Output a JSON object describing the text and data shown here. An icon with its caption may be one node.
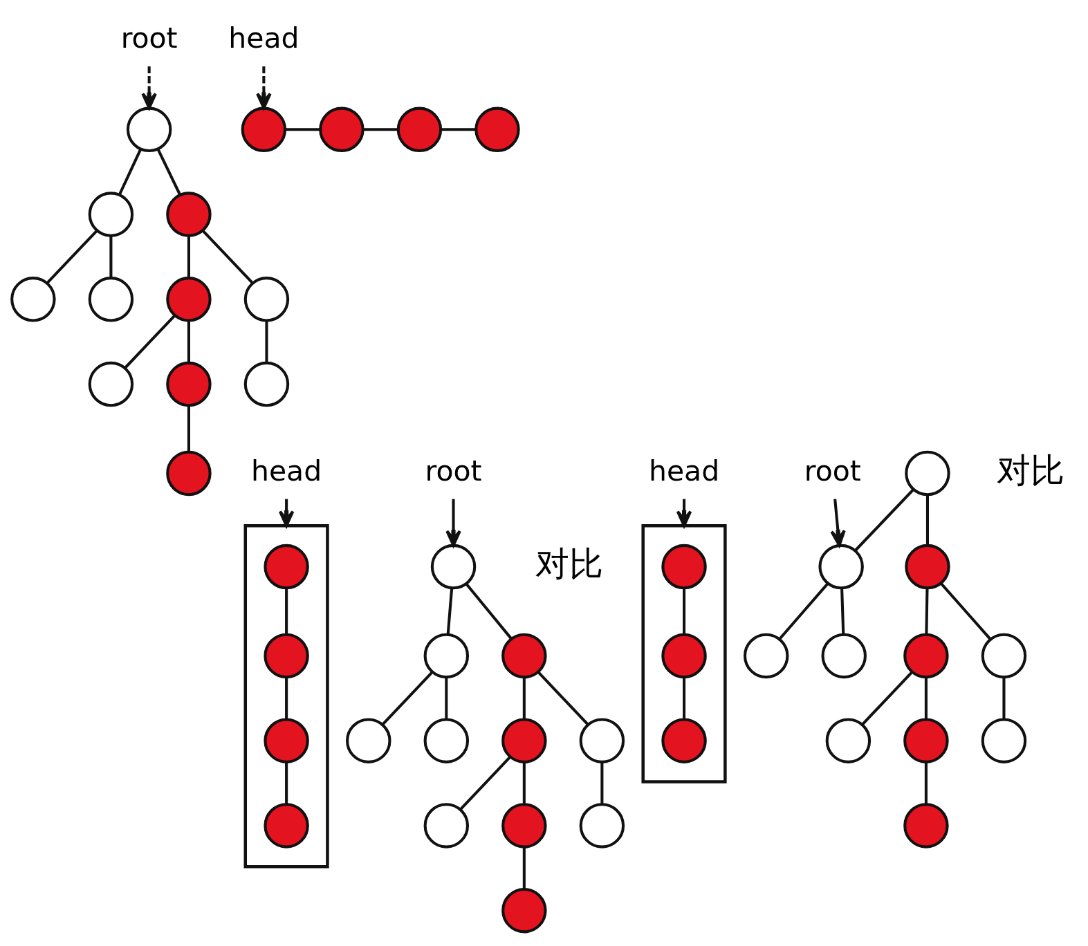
{
  "diagram": {
    "nodes": [
      {
        "text": [
          "root"
        ]
      },
      {
        "text": [
          "head"
        ]
      },
      {
        "text": [],
        "shape": "circle"
      },
      {
        "text": [],
        "shape": "circle"
      },
      {
        "text": [],
        "shape": "circle"
      },
      {
        "text": [],
        "shape": "circle"
      },
      {
        "text": [],
        "shape": "circle"
      },
      {
        "text": [],
        "shape": "circle"
      },
      {
        "text": [],
        "shape": "circle"
      },
      {
        "text": [],
        "shape": "circle"
      },
      {
        "text": [],
        "shape": "circle"
      },
      {
        "text": [],
        "shape": "circle"
      },
      {
        "text": [],
        "shape": "circle"
      },
      {
        "text": [],
        "shape": "circle"
      },
      {
        "text": [],
        "shape": "circle"
      },
      {
        "text": [],
        "shape": "circle"
      },
      {
        "text": [],
        "shape": "circle"
      },
      {
        "text": [
          "head"
        ]
      },
      {
        "text": [
          "root"
        ]
      },
      {
        "text": [],
        "shape": "box"
      },
      {
        "text": [],
        "shape": "circle",
        "in": 19
      },
      {
        "text": [],
        "shape": "circle",
        "in": 19
      },
      {
        "text": [],
        "shape": "circle",
        "in": 19
      },
      {
        "text": [],
        "shape": "circle",
        "in": 19
      },
      {
        "text": [],
        "shape": "circle"
      },
      {
        "text": [],
        "shape": "circle"
      },
      {
        "text": [],
        "shape": "circle"
      },
      {
        "text": [],
        "shape": "circle"
      },
      {
        "text": [],
        "shape": "circle"
      },
      {
        "text": [],
        "shape": "circle"
      },
      {
        "text": [],
        "shape": "circle"
      },
      {
        "text": [],
        "shape": "circle"
      },
      {
        "text": [],
        "shape": "circle"
      },
      {
        "text": [],
        "shape": "circle"
      },
      {
        "text": [],
        "shape": "circle"
      },
      {
        "text": [
          "head"
        ]
      },
      {
        "text": [
          "root"
        ]
      },
      {
        "text": [],
        "shape": "box"
      },
      {
        "text": [],
        "shape": "circle",
        "in": 37
      },
      {
        "text": [],
        "shape": "circle",
        "in": 37
      },
      {
        "text": [],
        "shape": "circle",
        "in": 37
      },
      {
        "text": [],
        "shape": "circle"
      },
      {
        "text": [],
        "shape": "circle"
      },
      {
        "text": [],
        "shape": "circle"
      },
      {
        "text": [],
        "shape": "circle"
      },
      {
        "text": [],
        "shape": "circle"
      },
      {
        "text": [],
        "shape": "circle"
      },
      {
        "text": [],
        "shape": "circle"
      },
      {
        "text": [],
        "shape": "circle"
      },
      {
        "text": [],
        "shape": "circle"
      },
      {
        "text": [],
        "shape": "circle"
      },
      {
        "text": [],
        "shape": "circle"
      }
    ],
    "edges": [
      {
        "from": 0,
        "to": 2,
        "arrow": "to",
        "style": "dashed"
      },
      {
        "from": 1,
        "to": 3,
        "arrow": "to",
        "style": "dashed"
      },
      {
        "from": 3,
        "to": 4,
        "arrow": "none"
      },
      {
        "from": 4,
        "to": 5,
        "arrow": "none"
      },
      {
        "from": 5,
        "to": 6,
        "arrow": "none"
      },
      {
        "from": 2,
        "to": 7,
        "arrow": "none"
      },
      {
        "from": 2,
        "to": 8,
        "arrow": "none"
      },
      {
        "from": 7,
        "to": 9,
        "arrow": "none"
      },
      {
        "from": 7,
        "to": 10,
        "arrow": "none"
      },
      {
        "from": 8,
        "to": 11,
        "arrow": "none"
      },
      {
        "from": 8,
        "to": 12,
        "arrow": "none"
      },
      {
        "from": 11,
        "to": 13,
        "arrow": "none"
      },
      {
        "from": 11,
        "to": 14,
        "arrow": "none"
      },
      {
        "from": 12,
        "to": 15,
        "arrow": "none"
      },
      {
        "from": 14,
        "to": 16,
        "arrow": "none"
      },
      {
        "from": 17,
        "to": 19,
        "arrow": "to"
      },
      {
        "from": 18,
        "to": 24,
        "arrow": "to"
      },
      {
        "from": 20,
        "to": 21,
        "arrow": "none"
      },
      {
        "from": 21,
        "to": 22,
        "arrow": "none"
      },
      {
        "from": 22,
        "to": 23,
        "arrow": "none"
      },
      {
        "from": 24,
        "to": 25,
        "arrow": "none"
      },
      {
        "from": 24,
        "to": 26,
        "arrow": "none"
      },
      {
        "from": 25,
        "to": 27,
        "arrow": "none"
      },
      {
        "from": 25,
        "to": 28,
        "arrow": "none"
      },
      {
        "from": 26,
        "to": 29,
        "arrow": "none"
      },
      {
        "from": 26,
        "to": 30,
        "arrow": "none"
      },
      {
        "from": 29,
        "to": 31,
        "arrow": "none"
      },
      {
        "from": 29,
        "to": 32,
        "arrow": "none"
      },
      {
        "from": 30,
        "to": 33,
        "arrow": "none"
      },
      {
        "from": 32,
        "to": 34,
        "arrow": "none"
      },
      {
        "from": 35,
        "to": 37,
        "arrow": "to"
      },
      {
        "from": 36,
        "to": 42,
        "arrow": "to"
      },
      {
        "from": 38,
        "to": 39,
        "arrow": "none"
      },
      {
        "from": 39,
        "to": 40,
        "arrow": "none"
      },
      {
        "from": 41,
        "to": 42,
        "arrow": "none"
      },
      {
        "from": 41,
        "to": 43,
        "arrow": "none"
      },
      {
        "from": 42,
        "to": 44,
        "arrow": "none"
      },
      {
        "from": 42,
        "to": 45,
        "arrow": "none"
      },
      {
        "from": 43,
        "to": 46,
        "arrow": "none"
      },
      {
        "from": 43,
        "to": 47,
        "arrow": "none"
      },
      {
        "from": 46,
        "to": 48,
        "arrow": "none"
      },
      {
        "from": 46,
        "to": 49,
        "arrow": "none"
      },
      {
        "from": 47,
        "to": 50,
        "arrow": "none"
      },
      {
        "from": 49,
        "to": 51,
        "arrow": "none"
      }
    ],
    "labels": [
      "对比",
      "对比"
    ]
  }
}
